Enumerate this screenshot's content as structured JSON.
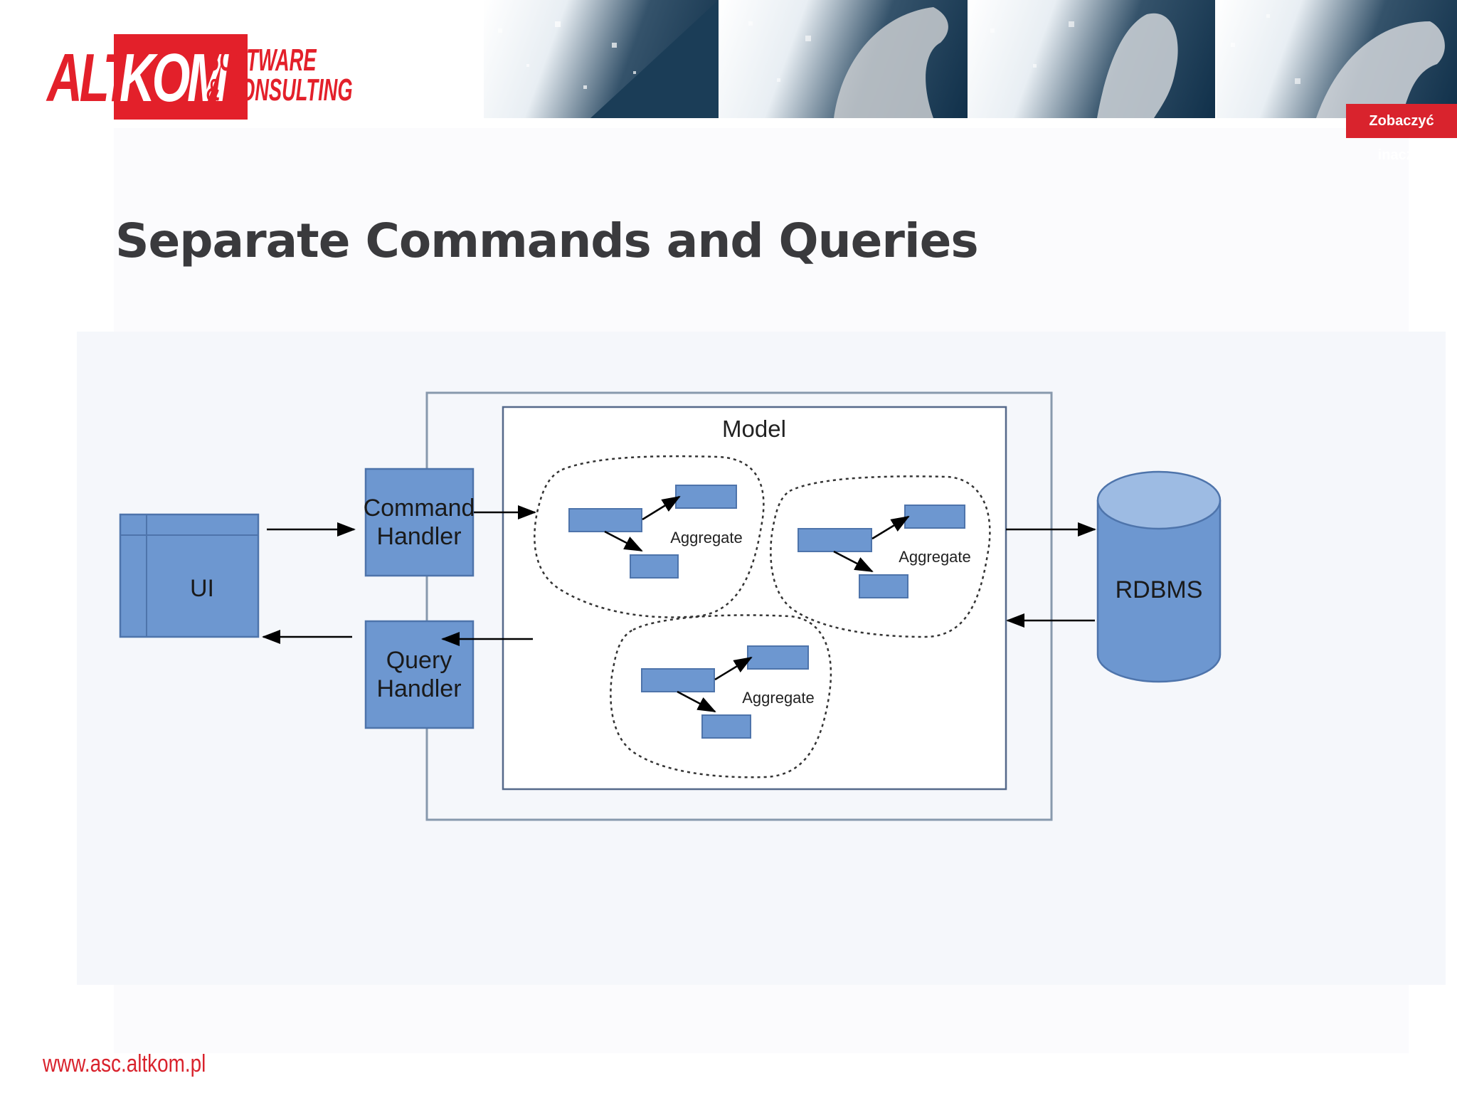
{
  "logo": {
    "part1": "ALT",
    "part2": "KOM",
    "line1": "SOFTWARE",
    "line2": "& CONSULTING"
  },
  "banner": {
    "cta": "Zobaczyć inaczej"
  },
  "title": "Separate Commands and Queries",
  "diagram": {
    "ui": "UI",
    "command_handler": [
      "Command",
      "Handler"
    ],
    "query_handler": [
      "Query",
      "Handler"
    ],
    "model": "Model",
    "aggregate_label": "Aggregate",
    "rdbms": "RDBMS",
    "colors": {
      "box_fill": "#6d97d0",
      "box_stroke": "#4e74ab",
      "border": "#7f8fa5"
    }
  },
  "footer": {
    "url": "www.asc.altkom.pl"
  }
}
